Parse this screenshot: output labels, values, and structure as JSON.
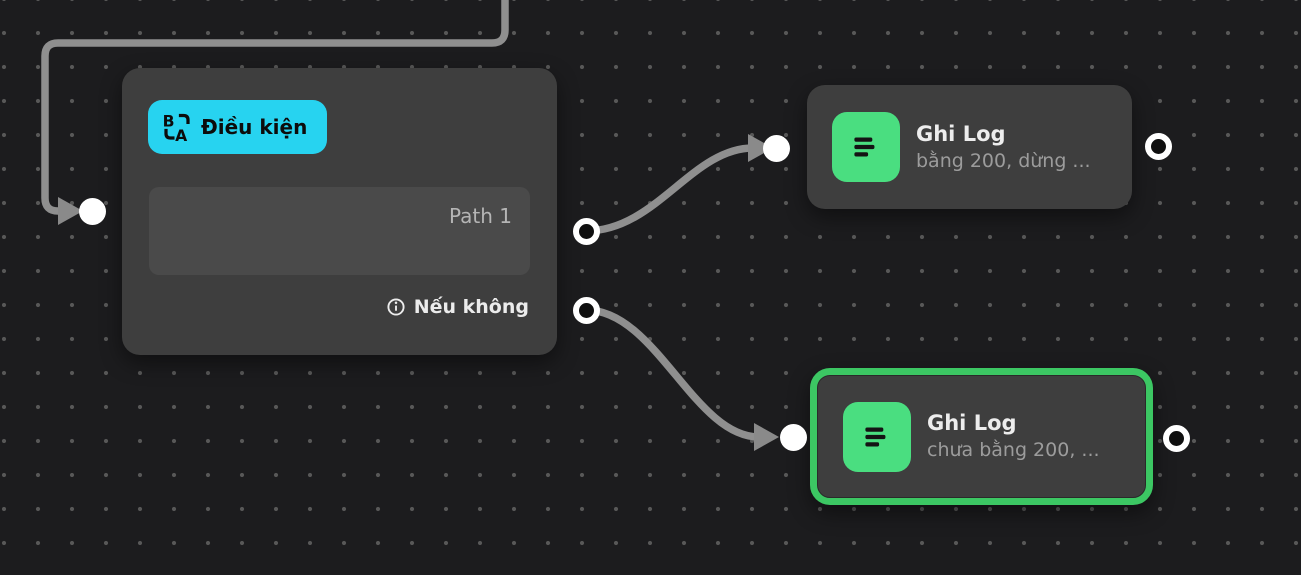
{
  "canvas": {
    "type": "workflow-editor-dot-grid"
  },
  "condition_node": {
    "badge_label": "Điều kiện",
    "badge_icon": "ab-branch-icon",
    "path_input_value": "Path 1",
    "else_icon": "info-icon",
    "else_label": "Nếu không"
  },
  "log_node_top": {
    "icon": "log-lines-icon",
    "title": "Ghi Log",
    "subtitle": "bằng 200, dừng ..."
  },
  "log_node_bottom": {
    "icon": "log-lines-icon",
    "title": "Ghi Log",
    "subtitle": "chưa bằng 200, ...",
    "selected": true
  },
  "colors": {
    "background": "#1c1c1e",
    "node_gray": "#3e3e3e",
    "badge_cyan": "#27d3f0",
    "icon_green": "#4ade80",
    "selection_green": "#3cc763",
    "wire_gray": "#8f8f8f"
  }
}
